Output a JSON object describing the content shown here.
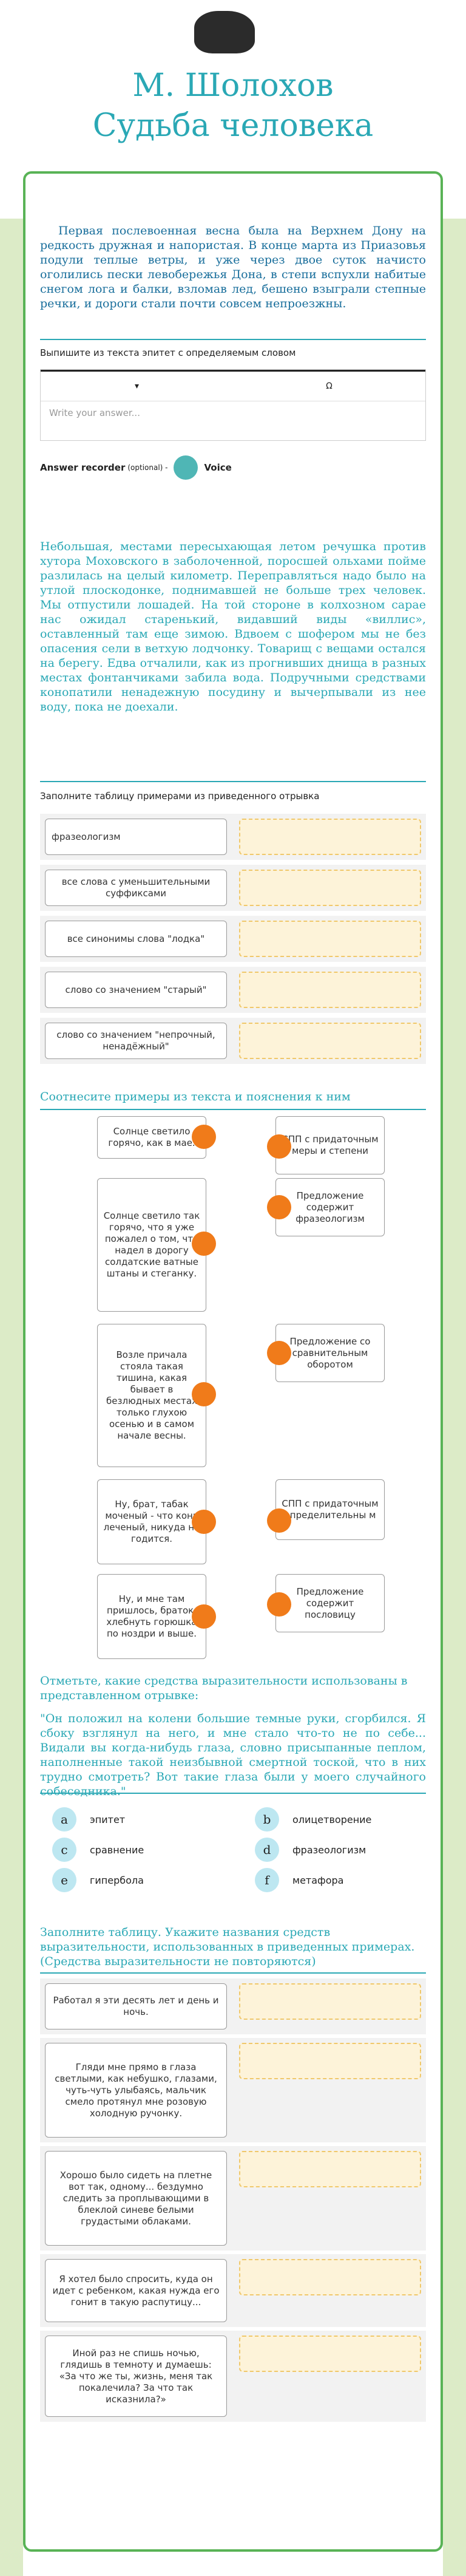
{
  "header": {
    "title_line1": "М. Шолохов",
    "title_line2": "Судьба  человека"
  },
  "section1": {
    "text": "Первая послевоенная весна была на Верхнем Дону на редкость дружная и напористая. В конце марта из Приазовья подули теплые ветры, и уже через двое суток начисто оголились пески левобережья Дона, в степи вспухли набитые снегом лога и балки, взломав лед, бешено взыграли степные речки, и дороги стали почти совсем непроезжны.",
    "question": "Выпишите из текста эпитет с определяемым словом",
    "toolbar_left": "▾",
    "toolbar_right": "Ω",
    "placeholder": "Write your answer...",
    "recorder_label": "Answer recorder",
    "recorder_optional": "(optional) -",
    "voice_label": "Voice"
  },
  "section2": {
    "text": "Небольшая, местами пересыхающая летом речушка против хутора Моховского в заболоченной, поросшей ольхами пойме разлилась на целый километр. Переправляться надо было на утлой плоскодонке, поднимавшей не больше трех человек. Мы отпустили лошадей. На той стороне в колхозном сарае нас ожидал старенький, видавший виды «виллис», оставленный там еще зимою. Вдвоем с шофером мы не без опасения сели в ветхую лодчонку. Товарищ с вещами остался на берегу. Едва отчалили, как из прогнивших днища в разных местах фонтанчиками забила вода. Подручными средствами конопатили ненадежную посудину и вычерпывали из нее воду, пока не доехали.",
    "question": "Заполните таблицу примерами из приведенного отрывка",
    "rows": [
      "фразеологизм",
      "все слова с уменьшительными суффиксами",
      "все синонимы слова \"лодка\"",
      "слово со значением \"старый\"",
      "слово со значением \"непрочный, ненадёжный\""
    ]
  },
  "section3": {
    "title": "Соотнесите примеры из текста и пояснения к ним",
    "left": [
      "Солнце светило горячо, как в мае.",
      "Солнце светило так горячо, что я уже пожалел о том, что надел в дорогу солдатские ватные штаны и стеганку.",
      "Возле причала стояла такая тишина, какая бывает в безлюдных местах только глухою осенью и в самом начале весны.",
      "Ну, брат, табак моченый - что конь леченый, никуда не годится.",
      "Ну, и мне там пришлось, браток, хлебнуть горюшка по ноздри и выше."
    ],
    "right": [
      "СПП с придаточным меры и степени",
      "Предложение содержит фразеологизм",
      "Предложение со сравнительным оборотом",
      "СПП с придаточным определительны м",
      "Предложение содержит пословицу"
    ]
  },
  "section4": {
    "title": "Отметьте, какие средства выразительности использованы в представленном отрывке:",
    "quote": "\"Он положил на колени большие темные руки, сгорбился. Я сбоку взглянул на него, и мне стало что-то не по себе... Видали вы когда-нибудь глаза, словно присыпанные пеплом, наполненные такой неизбывной смертной тоской, что в них трудно смотреть? Вот такие глаза были у моего случайного собеседника.\"",
    "options": [
      {
        "letter": "a",
        "label": "эпитет"
      },
      {
        "letter": "b",
        "label": "олицетворение"
      },
      {
        "letter": "c",
        "label": "сравнение"
      },
      {
        "letter": "d",
        "label": "фразеологизм"
      },
      {
        "letter": "e",
        "label": "гипербола"
      },
      {
        "letter": "f",
        "label": "метафора"
      }
    ]
  },
  "section5": {
    "title": "Заполните таблицу. Укажите названия средств выразительности, использованных в приведенных примерах. (Средства выразительности не повторяются)",
    "rows": [
      "Работал я эти десять лет и день и ночь.",
      "Гляди мне прямо в глаза светлыми, как небушко, глазами, чуть-чуть улыбаясь, мальчик смело протянул мне розовую холодную ручонку.",
      "Хорошо было сидеть на плетне вот так, одному... бездумно следить за проплывающими в блеклой синеве белыми грудастыми облаками.",
      "Я хотел было спросить, куда он идет с ребенком, какая нужда его гонит в такую распутицу...",
      "Иной раз не спишь ночью, глядишь в темноту и думаешь: «За что же ты, жизнь, меня так покалечила? За что так исказнила?»"
    ]
  }
}
